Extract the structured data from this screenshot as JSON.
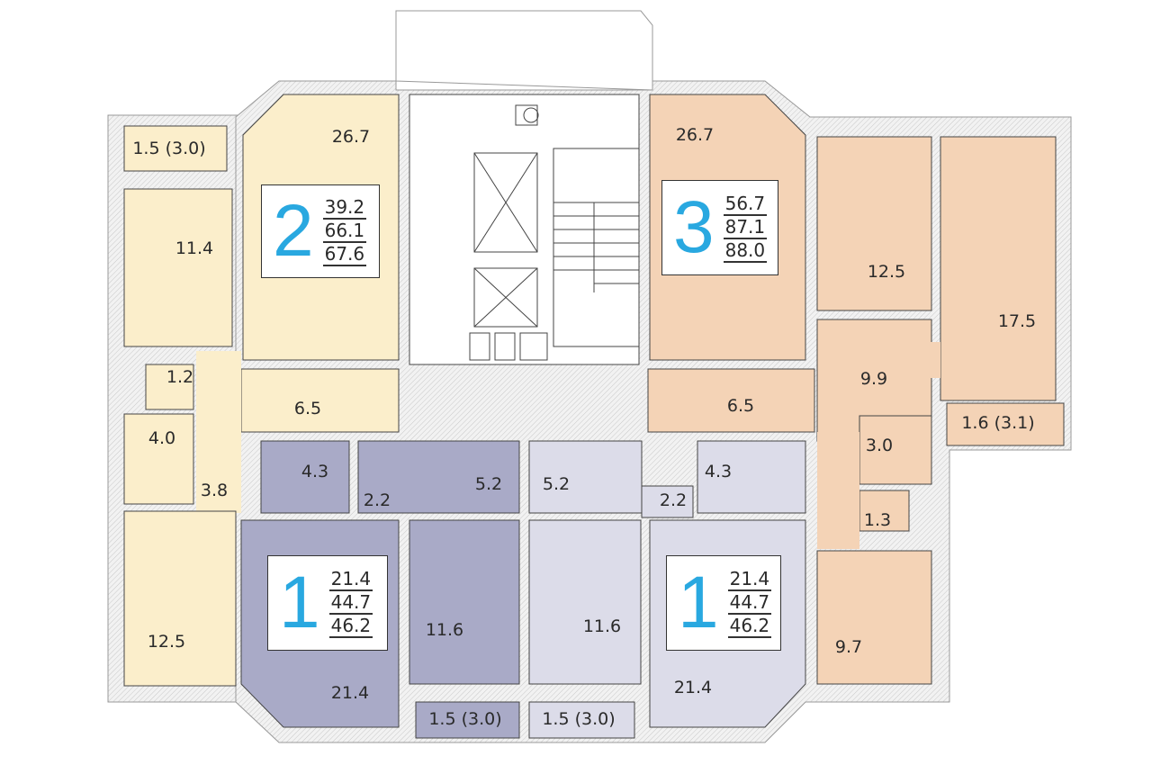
{
  "colors": {
    "apt2": "#fbeecb",
    "apt3": "#f4d3b6",
    "apt1_left": "#a9aac7",
    "apt1_right": "#dcdce9",
    "wall": "#e6e6e6",
    "accent": "#29a8e0"
  },
  "apartments": [
    {
      "rooms": "2",
      "areas": [
        "39.2",
        "66.1",
        "67.6"
      ]
    },
    {
      "rooms": "3",
      "areas": [
        "56.7",
        "87.1",
        "88.0"
      ]
    },
    {
      "rooms": "1",
      "areas": [
        "21.4",
        "44.7",
        "46.2"
      ]
    },
    {
      "rooms": "1",
      "areas": [
        "21.4",
        "44.7",
        "46.2"
      ]
    }
  ],
  "labels": [
    "1.5 (3.0)",
    "26.7",
    "11.4",
    "1.2",
    "6.5",
    "4.0",
    "3.8",
    "12.5",
    "4.3",
    "2.2",
    "5.2",
    "21.4",
    "11.6",
    "1.5 (3.0)",
    "5.2",
    "4.3",
    "2.2",
    "11.6",
    "21.4",
    "1.5 (3.0)",
    "26.7",
    "12.5",
    "17.5",
    "9.9",
    "6.5",
    "1.6 (3.1)",
    "3.0",
    "1.3",
    "9.7"
  ]
}
